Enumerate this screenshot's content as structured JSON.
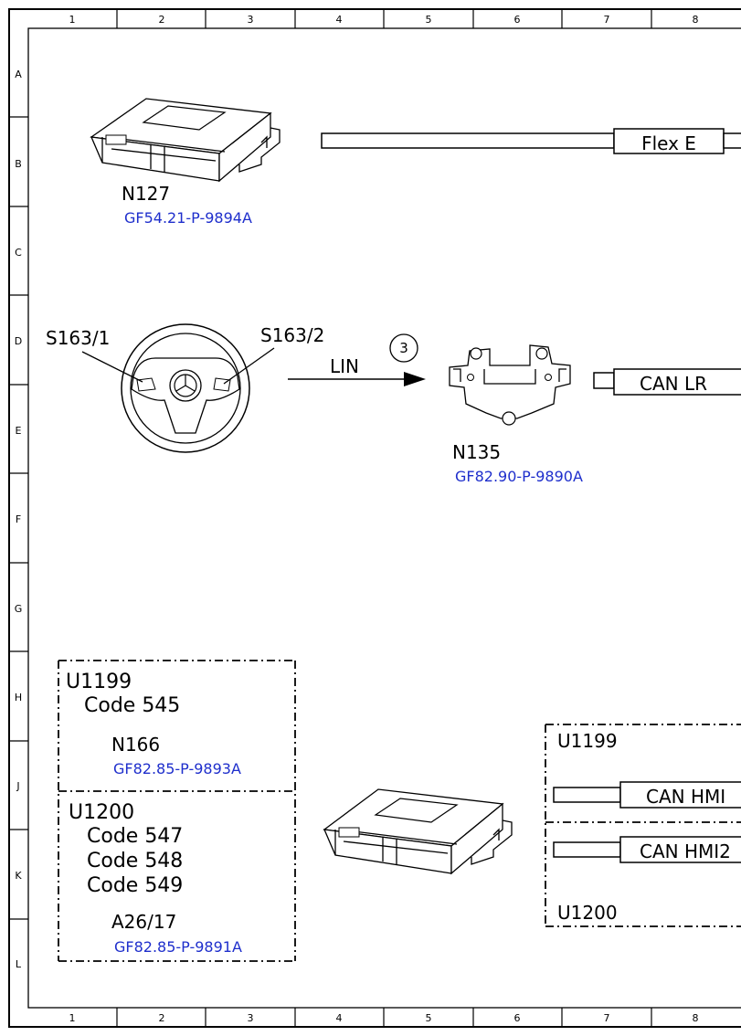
{
  "grid": {
    "columns": [
      "1",
      "2",
      "3",
      "4",
      "5",
      "6",
      "7",
      "8"
    ],
    "rows": [
      "A",
      "B",
      "C",
      "D",
      "E",
      "F",
      "G",
      "H",
      "J",
      "K",
      "L"
    ]
  },
  "n127": {
    "label": "N127",
    "ref": "GF54.21-P-9894A",
    "bus": "Flex E"
  },
  "steering": {
    "left_switch": "S163/1",
    "right_switch": "S163/2",
    "link": "LIN",
    "callout": "3"
  },
  "n135": {
    "label": "N135",
    "ref": "GF82.90-P-9890A",
    "bus": "CAN LR"
  },
  "u1199": {
    "label": "U1199",
    "code": "Code 545",
    "module": "N166",
    "ref": "GF82.85-P-9893A"
  },
  "u1200": {
    "label": "U1200",
    "codes": [
      "Code 547",
      "Code 548",
      "Code 549"
    ],
    "module": "A26/17",
    "ref": "GF82.85-P-9891A"
  },
  "bus_box": {
    "top_label": "U1199",
    "bottom_label": "U1200",
    "bus1": "CAN HMI",
    "bus2": "CAN HMI2"
  },
  "colors": {
    "link": "#1f2fcc",
    "line": "#000000"
  }
}
